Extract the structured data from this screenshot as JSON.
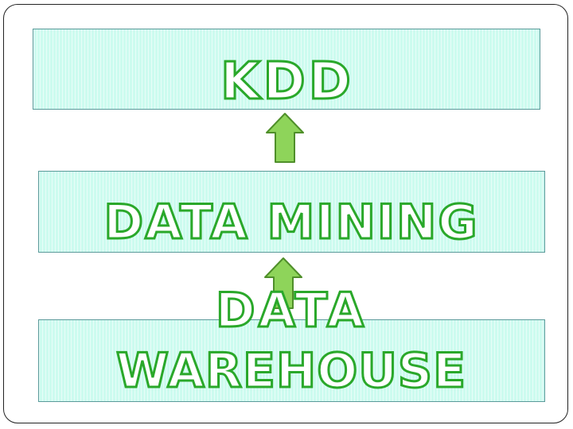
{
  "diagram": {
    "layers": [
      {
        "id": "kdd",
        "label": "KDD"
      },
      {
        "id": "mining",
        "label": "DATA MINING"
      },
      {
        "id": "warehouse",
        "label_line1": "DATA",
        "label_line2": "WAREHOUSE"
      }
    ],
    "arrows": [
      {
        "from": "warehouse",
        "to": "mining",
        "direction": "up"
      },
      {
        "from": "mining",
        "to": "kdd",
        "direction": "up"
      }
    ],
    "colors": {
      "box_fill": "#ccfbef",
      "box_border": "#5a9a9a",
      "text_outline": "#2aa82a",
      "arrow_fill": "#8ed45a",
      "arrow_stroke": "#4f8f2a"
    }
  }
}
